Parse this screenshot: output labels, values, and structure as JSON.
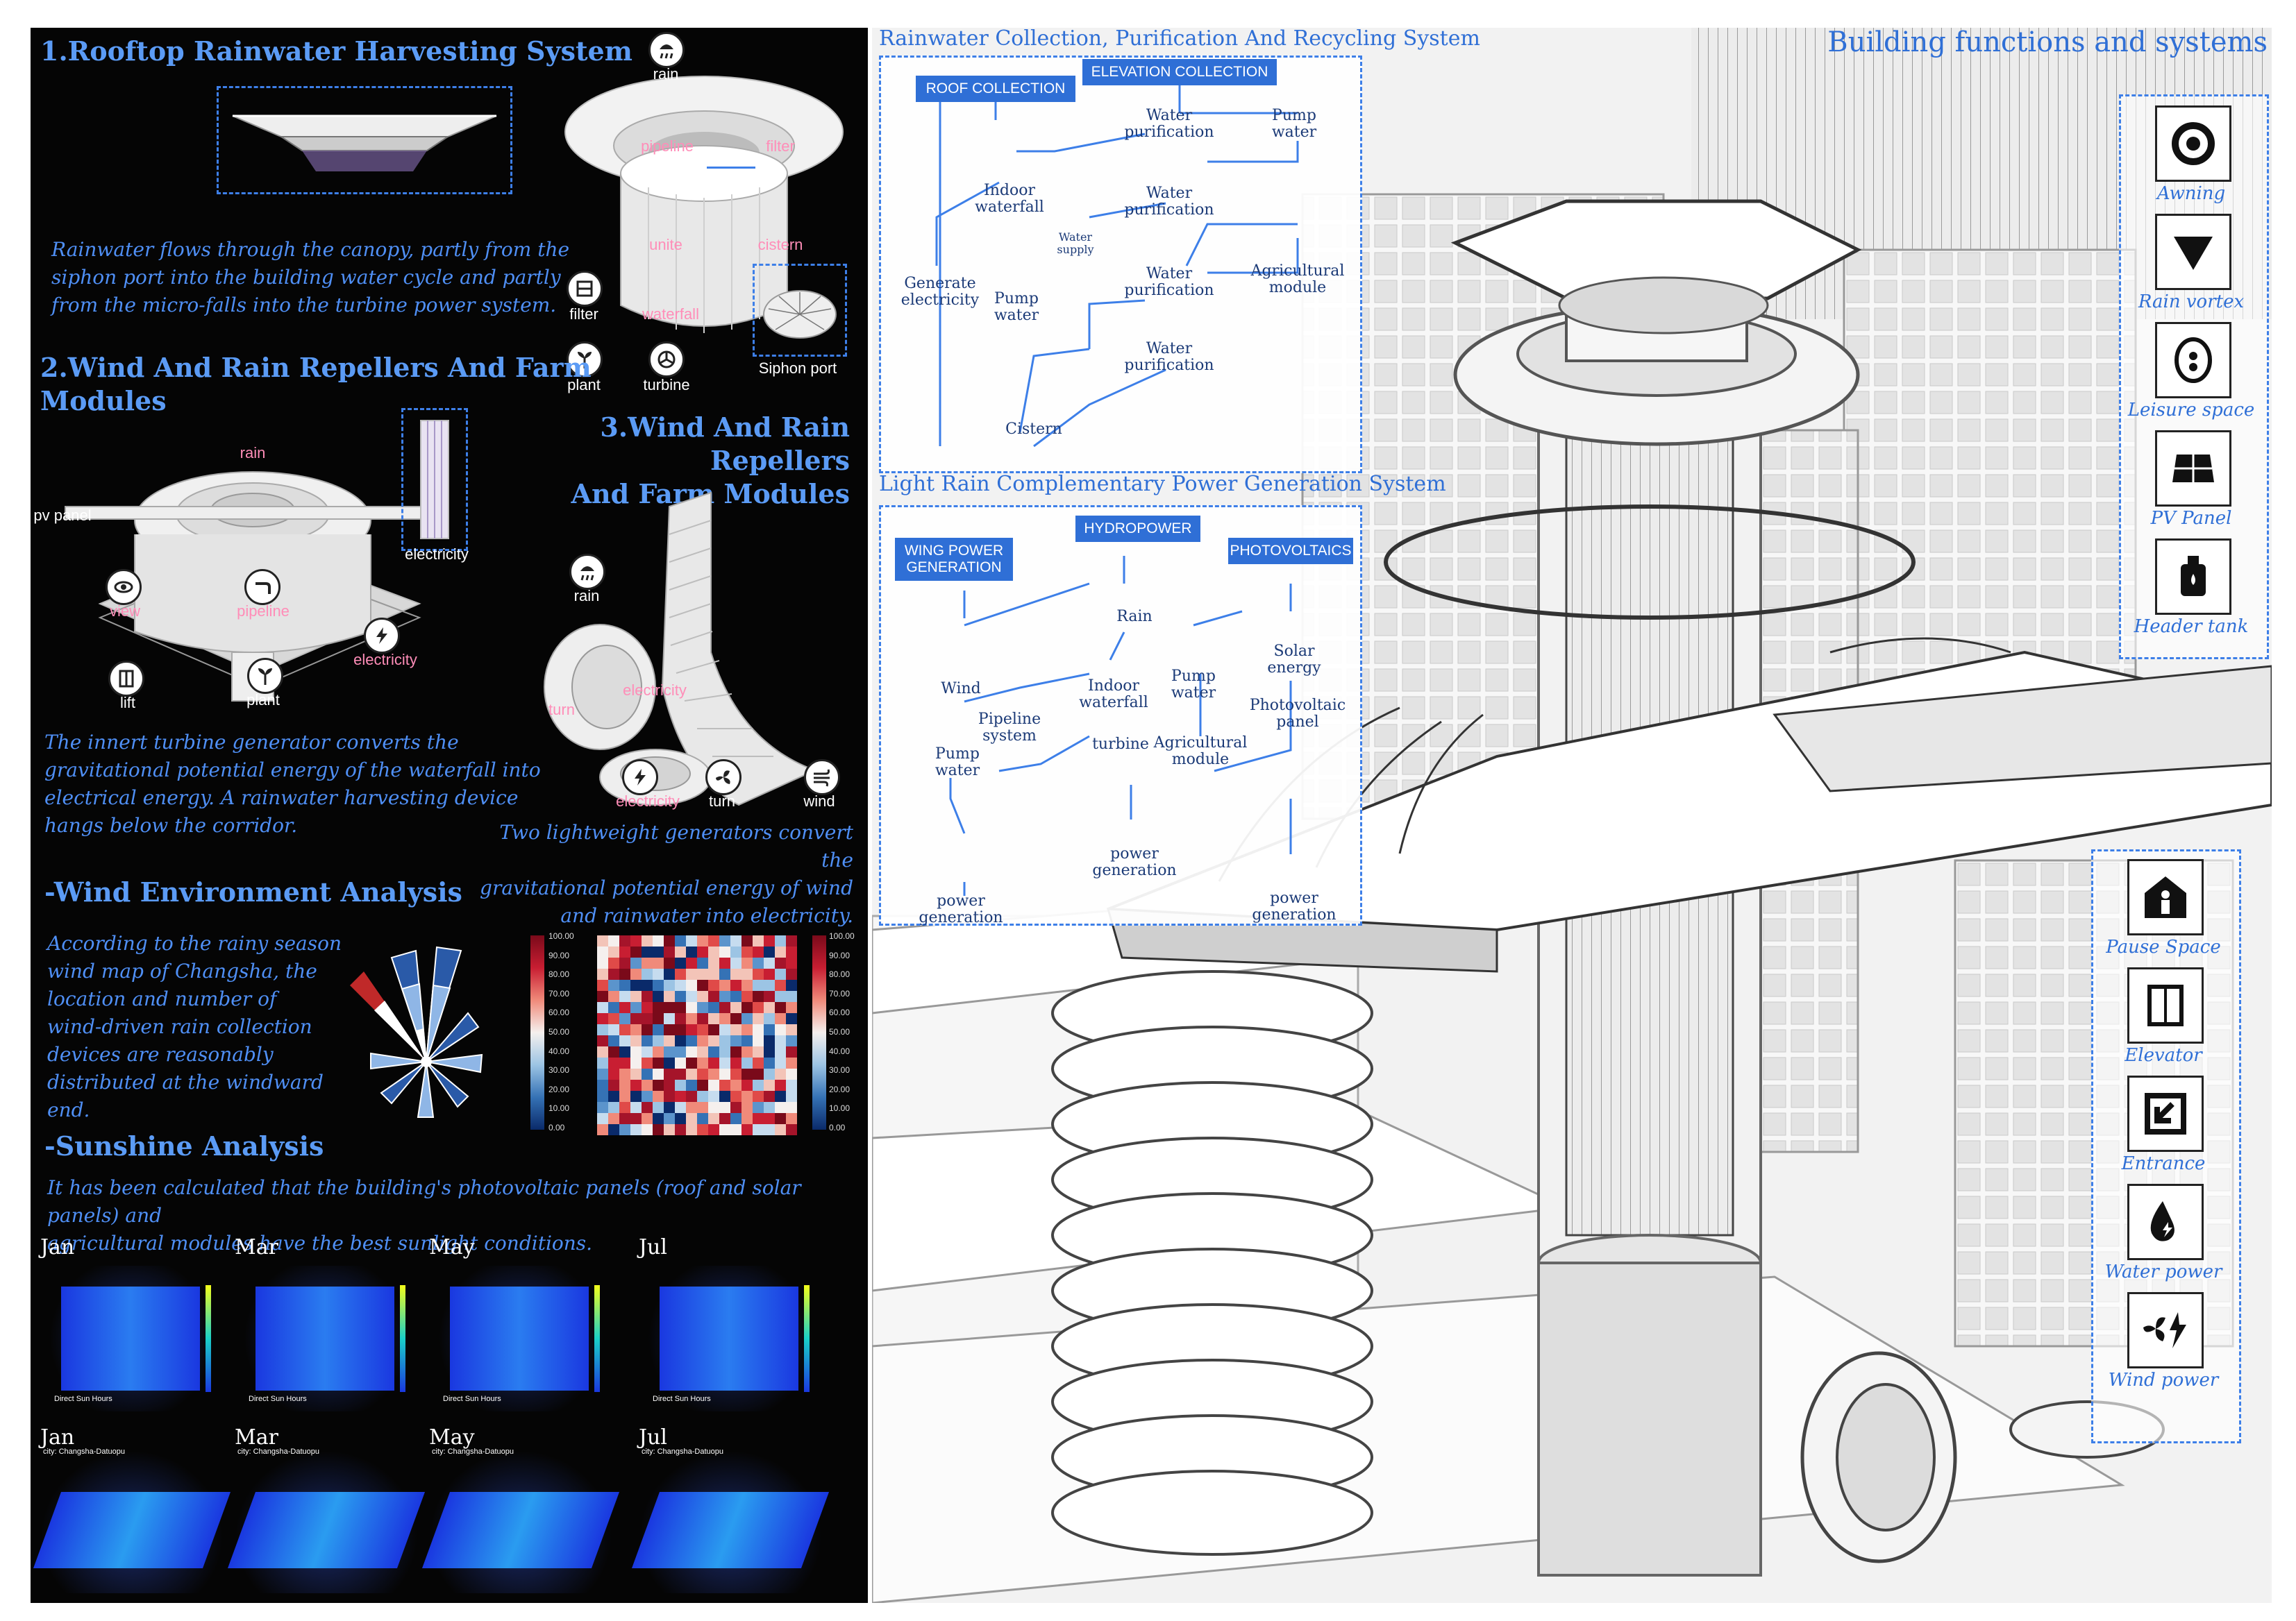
{
  "colors": {
    "accent": "#3d7fe8",
    "dark": "#050505",
    "pink": "#ff8db8"
  },
  "left": {
    "s1": {
      "title": "1.Rooftop Rainwater Harvesting System",
      "para": [
        "Rainwater flows through the canopy, partly from the",
        "siphon port into the building water cycle and partly",
        "from the micro-falls into the turbine power system."
      ],
      "labels": {
        "rain": "rain",
        "pipeline": "pipeline",
        "filter_top": "filter",
        "unite": "unite",
        "cistern": "cistern",
        "filter": "filter",
        "waterfall": "waterfall",
        "plant": "plant",
        "turbine": "turbine",
        "siphon": "Siphon port"
      }
    },
    "s2": {
      "title": [
        "2.Wind And Rain Repellers And Farm",
        "Modules"
      ],
      "labels": {
        "pv": "pv panel",
        "electricity": "electricity",
        "rain": "rain",
        "view": "view",
        "pipeline": "pipeline",
        "electricity2": "electricity",
        "lift": "lift",
        "plant": "plant"
      },
      "para": [
        "The innert turbine generator converts the",
        "gravitational potential energy of the waterfall into",
        "electrical energy. A rainwater harvesting device",
        "hangs below the corridor."
      ]
    },
    "s3": {
      "title": [
        "3.Wind And Rain Repellers",
        "And Farm Modules"
      ],
      "labels": {
        "rain": "rain",
        "turn": "turn",
        "electricity": "electricity",
        "electricity2": "electricity",
        "turn2": "turn",
        "wind": "wind"
      },
      "para": [
        "Two lightweight  generators convert the",
        "gravitational potential energy of wind",
        "and rainwater into electricity."
      ]
    },
    "wind": {
      "title": "-Wind Environment Analysis",
      "para": [
        "According to the rainy season",
        "wind map of Changsha, the",
        "location and number of",
        "wind-driven rain collection",
        "devices are reasonably",
        "distributed at the windward",
        "end."
      ],
      "ticks": [
        "100.00",
        "90.00",
        "80.00",
        "70.00",
        "60.00",
        "50.00",
        "40.00",
        "30.00",
        "20.00",
        "10.00",
        "0.00"
      ]
    },
    "sun": {
      "title": "-Sunshine Analysis",
      "para": [
        "It has been calculated that the building's photovoltaic panels (roof and solar panels) and",
        "agricultural modules have the best sunlight conditions."
      ],
      "months": [
        "Jan",
        "Mar",
        "May",
        "Jul"
      ],
      "caption": "Direct Sun Hours",
      "city": "city: Changsha-Datuopu"
    }
  },
  "right": {
    "title": "Building functions and systems",
    "sys1": {
      "title": "Rainwater Collection, Purification And Recycling System",
      "roof": "ROOF COLLECTION",
      "elev": "ELEVATION COLLECTION",
      "nodes": {
        "wp1": "Water\npurification",
        "pump1": "Pump\nwater",
        "indoor": "Indoor\nwaterfall",
        "wp2": "Water\npurification",
        "supply": "Water\nsupply",
        "wp3": "Water\npurification",
        "agri": "Agricultural\nmodule",
        "gen": "Generate\nelectricity",
        "pump2": "Pump\nwater",
        "wp4": "Water\npurification",
        "cistern": "Cistern"
      }
    },
    "sys2": {
      "title": "Light Rain Complementary Power Generation System",
      "wing": "WING POWER\nGENERATION",
      "hydro": "HYDROPOWER",
      "pv": "PHOTOVOLTAICS",
      "nodes": {
        "rain": "Rain",
        "wind": "Wind",
        "indoor": "Indoor\nwaterfall",
        "pump1": "Pump\nwater",
        "solar": "Solar\nenergy",
        "pipe": "Pipeline\nsystem",
        "turbine": "turbine",
        "agri": "Agricultural\nmodule",
        "pvp": "Photovoltaic\npanel",
        "pump2": "Pump\nwater",
        "pg1": "power\ngeneration",
        "pg2": "power\ngeneration",
        "pg3": "power\ngeneration"
      }
    },
    "functions1": [
      "Awning",
      "Rain vortex",
      "Leisure space",
      "PV Panel",
      "Header tank"
    ],
    "functions2": [
      "Pause Space",
      "Elevator",
      "Entrance",
      "Water power",
      "Wind power"
    ],
    "icons1": [
      "ring-icon",
      "triangle-icon",
      "drop-circle-icon",
      "solar-panel-icon",
      "tank-icon"
    ],
    "icons2": [
      "person-house-icon",
      "elevator-icon",
      "entrance-arrow-icon",
      "water-power-icon",
      "wind-power-icon"
    ]
  }
}
